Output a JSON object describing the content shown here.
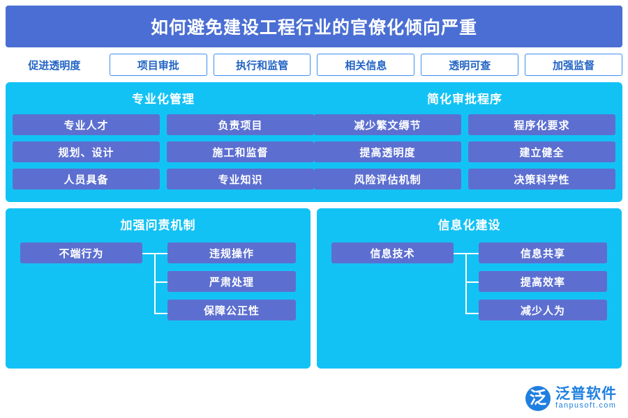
{
  "header": {
    "title": "如何避免建设工程行业的官僚化倾向严重"
  },
  "chips": [
    {
      "label": "促进透明度"
    },
    {
      "label": "项目审批"
    },
    {
      "label": "执行和监管"
    },
    {
      "label": "相关信息"
    },
    {
      "label": "透明可查"
    },
    {
      "label": "加强监督"
    }
  ],
  "mid_panel": {
    "columns": [
      {
        "heading": "专业化管理",
        "groups": [
          {
            "items": [
              "专业人才",
              "规划、设计",
              "人员具备"
            ]
          },
          {
            "items": [
              "负责项目",
              "施工和监督",
              "专业知识"
            ]
          }
        ]
      },
      {
        "heading": "简化审批程序",
        "groups": [
          {
            "items": [
              "减少繁文缛节",
              "提高透明度",
              "风险评估机制"
            ]
          },
          {
            "items": [
              "程序化要求",
              "建立健全",
              "决策科学性"
            ]
          }
        ]
      }
    ]
  },
  "bottom_panels": [
    {
      "heading": "加强问责机制",
      "root": "不端行为",
      "children": [
        "违规操作",
        "严肃处理",
        "保障公正性"
      ]
    },
    {
      "heading": "信息化建设",
      "root": "信息技术",
      "children": [
        "信息共享",
        "提高效率",
        "减少人为"
      ]
    }
  ],
  "watermarks": {
    "center_text": "泛普软件",
    "center_mark": "泛",
    "logo_mark": "泛",
    "logo_cn": "泛普软件",
    "logo_en": "fanpusoft.com"
  },
  "colors": {
    "title_bar": "#4a6ed3",
    "panel": "#13c2f5",
    "box": "#5c6fd0",
    "chip_border": "#3b8ef0",
    "chip_text": "#2264c4",
    "logo": "#1f7fe0"
  }
}
